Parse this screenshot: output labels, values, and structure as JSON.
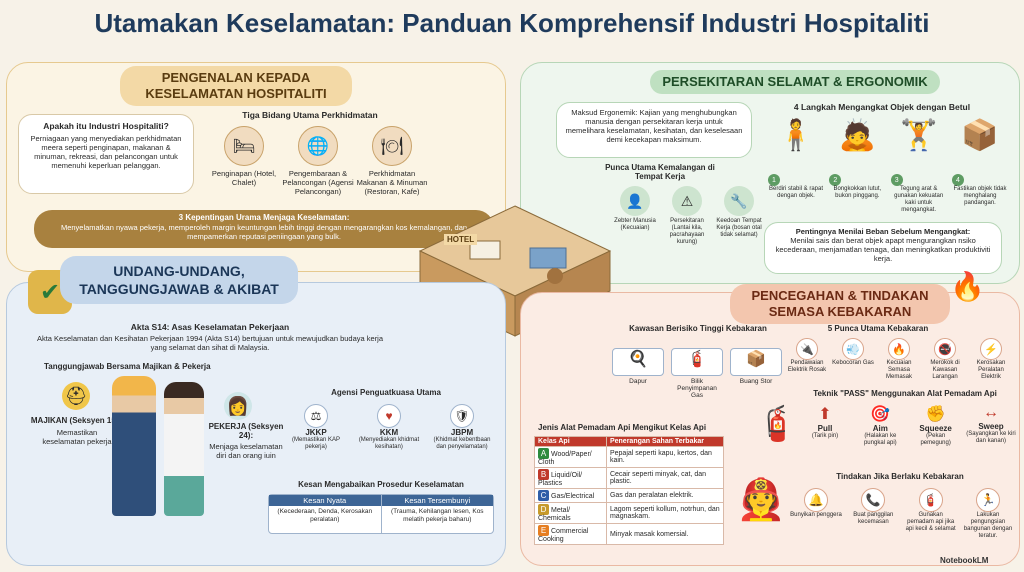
{
  "title": "Utamakan Keselamatan: Panduan Komprehensif Industri Hospitaliti",
  "intro": {
    "header": "PENGENALAN KEPADA KESELAMATAN HOSPITALITI",
    "question": "Apakah itu Industri Hospitaliti?",
    "answer": "Perniagaan yang menyediakan perkhidmatan meera seperti penginapan, makanan & minuman, rekreasi, dan pelancongan untuk memenuhi keperluan pelanggan.",
    "areas_title": "Tiga Bidang Utama Perkhidmatan",
    "areas": [
      {
        "icon": "bed-icon",
        "label": "Penginapan (Hotel, Chalet)"
      },
      {
        "icon": "globe-icon",
        "label": "Pengembaraan & Pelancongan (Agensi Pelancongan)"
      },
      {
        "icon": "plate-icon",
        "label": "Perkhidmatan Makanan & Minuman (Restoran, Kafe)"
      }
    ],
    "importance_title": "3 Kepentingan Urama Menjaga Keselamatan:",
    "importance_text": "Menyelamatkan nyawa pekerja, memperoleh margin keuntungan lebih tinggi dengan mengarangkan kos kemalangan, dan mempamerkan reputasi peniingaan yang bulk."
  },
  "ergo": {
    "header": "PERSEKITARAN SELAMAT & ERGONOMIK",
    "meaning": "Maksud Ergonemik: Kajian yang menghubungkan manusia dengan persekitaran kerja untuk memelihara keselamatan, kesihatan, dan keselesaan demi kecekapan maksimum.",
    "causes_title": "Punca Utama Kemalangan di Tempat Kerja",
    "causes": [
      {
        "label": "Zebter Manusia (Kecuaian)"
      },
      {
        "label": "Persekitaran (Lantai kila, pacrahayaan kurung)"
      },
      {
        "label": "Keedoan Tempat Kerja (bosan otal tidak selamat)"
      }
    ],
    "lift_title": "4 Langkah Mengangkat Objek dengan Betul",
    "steps": [
      {
        "n": "1",
        "label": "Berdiri stabil & rapat dengan objek."
      },
      {
        "n": "2",
        "label": "Bongkokkan lutut, bukon pinggang."
      },
      {
        "n": "3",
        "label": "Tegung arat & gunakan kekuatan kaki untuk mengangkat."
      },
      {
        "n": "4",
        "label": "Fastikan objek tidak menghalang pandangan."
      }
    ],
    "load_title": "Pentingnya Menilai Beban Sebelum Mengangkat:",
    "load_text": "Menilai sais dan berat objek apapt mengurangkan nsiko kecederaan, menjamatlan tenaga, dan meningkatkan produktiviti kerja."
  },
  "law": {
    "header": "UNDANG-UNDANG, TANGGUNGJAWAB & AKIBAT",
    "act_title": "Akta S14: Asas Keselamatan Pekerjaan",
    "act_text": "Akta Keselamatan dan Kesihatan Pekerjaan 1994 (Akta S14) bertujuan untuk mewujudkan budaya kerja yang selamat dan sihat di Malaysia.",
    "resp_title": "Tanggungjawab Bersama Majikan & Pekerja",
    "employer_title": "MAJIKAN (Seksyen 15):",
    "employer_text": "Memastikan keselamatan pekerja",
    "worker_title": "PEKERJA (Seksyen 24):",
    "worker_text": "Menjaga keselamatan diri dan orang iuin",
    "agency_title": "Agensi Penguatkuasa Utama",
    "agencies": [
      {
        "name": "JKKP",
        "desc": "(Memastikan KAP pekerja)"
      },
      {
        "name": "KKM",
        "desc": "(Menyediakan khidmat kesihatan)"
      },
      {
        "name": "JBPM",
        "desc": "(Khidmat kebentbaan dan penyelamatan)"
      }
    ],
    "neglect_title": "Kesan Mengabaikan Prosedur Keselamatan",
    "visible_head": "Kesan Nyata",
    "hidden_head": "Kesan Tersembunyi",
    "visible_text": "(Kecederaan, Denda, Kerosakan peralatan)",
    "hidden_text": "(Trauma, Kehilangan lesen, Kos melatih pekerja baharu)"
  },
  "fire": {
    "header": "PENCEGAHAN & TINDAKAN SEMASA KEBAKARAN",
    "risk_title": "Kawasan Berisiko Tinggi Kebakaran",
    "risk_areas": [
      {
        "label": "Dapur"
      },
      {
        "label": "Bilik Penyimpanan Gas"
      },
      {
        "label": "Buang Stor"
      }
    ],
    "cause_title": "5 Punca Utama Kebakaran",
    "causes": [
      {
        "icon": "plug-icon",
        "label": "Pendawaian Elektrik Rosak"
      },
      {
        "icon": "gas-icon",
        "label": "Kebocoran Gas"
      },
      {
        "icon": "flammable-icon",
        "label": "Kecuaian Semasa Memasak"
      },
      {
        "icon": "no-smoking-icon",
        "label": "Merokok di Kawasan Larangan"
      },
      {
        "icon": "cable-icon",
        "label": "Kerosakan Peralatan Elektrik"
      }
    ],
    "pass_title": "Teknik \"PASS\" Menggunakan Alat Pemadam Api",
    "pass": [
      {
        "word": "Pull",
        "desc": "(Tarik pin)"
      },
      {
        "word": "Aim",
        "desc": "(Halakan ke pungkal api)"
      },
      {
        "word": "Squeeze",
        "desc": "(Pekan pemegung)"
      },
      {
        "word": "Sweep",
        "desc": "(Sayangkan ke kiri dan kanan)"
      }
    ],
    "ext_title": "Jenis Alat Pemadam Api Mengikut Kelas Api",
    "col1": "Kelas Api",
    "col2": "Penerangan Sahan Terbakar",
    "classes": [
      {
        "k": "A",
        "color": "#2e8b3e",
        "name": "Wood/Paper/ Cloth",
        "desc": "Pepajal seperti kapu, kertos, dan kain."
      },
      {
        "k": "B",
        "color": "#c0392b",
        "name": "Liquid/Oil/ Plastics",
        "desc": "Cecair seperti minyak, cat, dan plastic."
      },
      {
        "k": "C",
        "color": "#2f5ea8",
        "name": "Gas/Electrical",
        "desc": "Gas dan peralatan elektrik."
      },
      {
        "k": "D",
        "color": "#c79a2b",
        "name": "Metal/ Chemicals",
        "desc": "Lagom seperti kollum, notrhun, dan magnaskam."
      },
      {
        "k": "E",
        "color": "#e67e22",
        "name": "Commercial Cooking",
        "desc": "Minyak masak komersial."
      }
    ],
    "action_title": "Tindakan Jika Berlaku Kebakaran",
    "actions": [
      {
        "icon": "alarm-icon",
        "label": "Bunyikan penggera"
      },
      {
        "icon": "phone-icon",
        "label": "Buat panggilan kecemasan"
      },
      {
        "icon": "extinguisher-icon",
        "label": "Gunakan pemadam api jika api kecil & selamat"
      },
      {
        "icon": "exit-icon",
        "label": "Lakukan pengungsian bangunan dengan teratur."
      }
    ]
  },
  "hotel_sign": "HOTEL",
  "watermark": "NotebookLM"
}
